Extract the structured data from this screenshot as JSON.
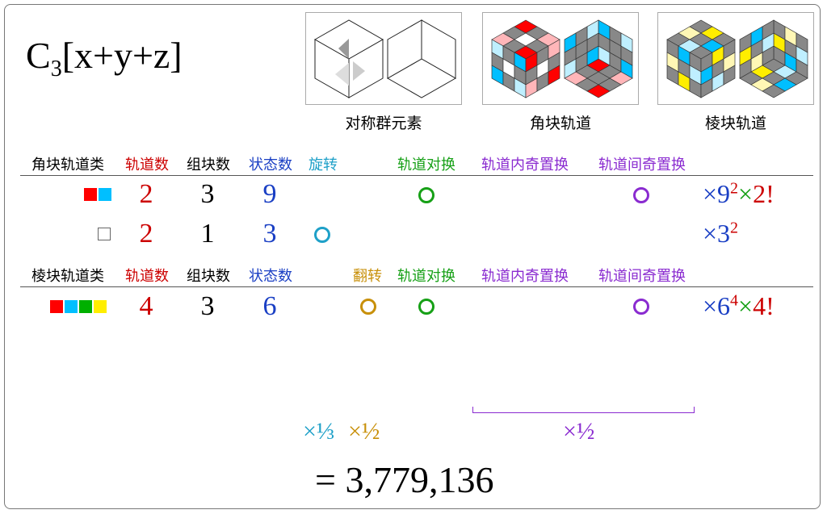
{
  "title": {
    "main": "C",
    "sub": "3",
    "rest": "[x+y+z]"
  },
  "images": [
    {
      "label": "对称群元素",
      "icon": "symmetry-cube-icon"
    },
    {
      "label": "角块轨道",
      "icon": "corner-orbit-cube-icon"
    },
    {
      "label": "棱块轨道",
      "icon": "edge-orbit-cube-icon"
    }
  ],
  "corner_table": {
    "headers": {
      "class": "角块轨道类",
      "orbits": "轨道数",
      "pieces": "组块数",
      "states": "状态数",
      "rotation": "旋转",
      "swap": "轨道对换",
      "intra": "轨道内奇置换",
      "inter": "轨道间奇置换"
    },
    "rows": [
      {
        "swatches": [
          "#ff0000",
          "#00bfff"
        ],
        "orbits": "2",
        "pieces": "3",
        "states": "9",
        "rotation": false,
        "swap": true,
        "inter": true,
        "mult": {
          "a": "×9",
          "a_exp": "2",
          "b": "×",
          "c": "2!"
        }
      },
      {
        "swatches": [
          "#ffffff"
        ],
        "orbits": "2",
        "pieces": "1",
        "states": "3",
        "rotation": true,
        "swap": false,
        "inter": false,
        "mult": {
          "a": "×3",
          "a_exp": "2"
        }
      }
    ]
  },
  "edge_table": {
    "headers": {
      "class": "棱块轨道类",
      "orbits": "轨道数",
      "pieces": "组块数",
      "states": "状态数",
      "flip": "翻转",
      "swap": "轨道对换",
      "intra": "轨道内奇置换",
      "inter": "轨道间奇置换"
    },
    "rows": [
      {
        "swatches": [
          "#ff0000",
          "#00bfff",
          "#00b000",
          "#ffee00"
        ],
        "orbits": "4",
        "pieces": "3",
        "states": "6",
        "flip": true,
        "swap": true,
        "inter": true,
        "mult": {
          "a": "×6",
          "a_exp": "4",
          "b": "×",
          "c": "4!"
        }
      }
    ]
  },
  "factors": {
    "third": "×⅓",
    "half_gold": "×½",
    "half_purple": "×½"
  },
  "total": "= 3,779,136",
  "colors": {
    "red": "#cc0000",
    "blue": "#1a3fc4",
    "cyan": "#1ea0c8",
    "green": "#16a016",
    "purple": "#8a2bd0",
    "gold": "#c8900a"
  }
}
